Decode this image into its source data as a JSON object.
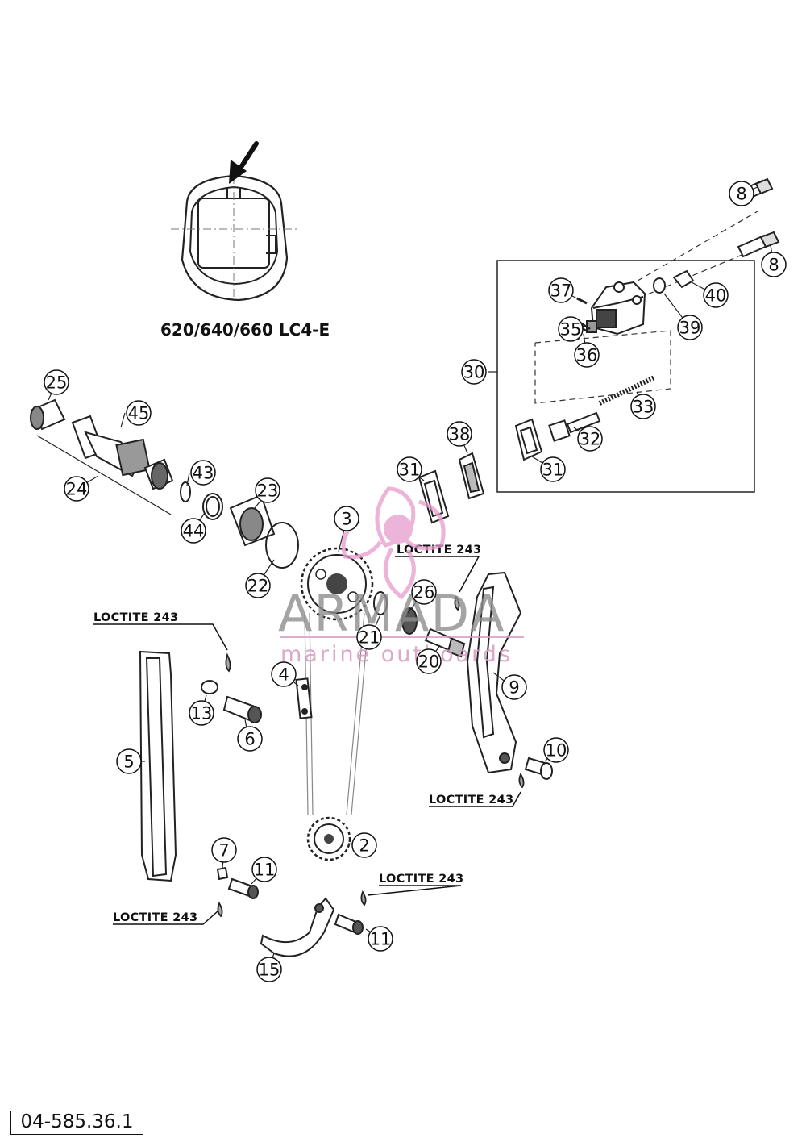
{
  "variant_caption": "620/640/660 LC4-E",
  "reference_number": "04-585.36.1",
  "note_text": "LOCTITE 243",
  "watermark": {
    "title": "ARMADA",
    "subtitle": "marine outboards",
    "brand_color": "#e59ccb"
  },
  "callouts": [
    {
      "id": "c8a",
      "label": "8"
    },
    {
      "id": "c8b",
      "label": "8"
    },
    {
      "id": "c37",
      "label": "37"
    },
    {
      "id": "c40",
      "label": "40"
    },
    {
      "id": "c35",
      "label": "35"
    },
    {
      "id": "c39",
      "label": "39"
    },
    {
      "id": "c36",
      "label": "36"
    },
    {
      "id": "c30",
      "label": "30"
    },
    {
      "id": "c33",
      "label": "33"
    },
    {
      "id": "c32",
      "label": "32"
    },
    {
      "id": "c31a",
      "label": "31"
    },
    {
      "id": "c38",
      "label": "38"
    },
    {
      "id": "c31b",
      "label": "31"
    },
    {
      "id": "c25",
      "label": "25"
    },
    {
      "id": "c45",
      "label": "45"
    },
    {
      "id": "c43",
      "label": "43"
    },
    {
      "id": "c24",
      "label": "24"
    },
    {
      "id": "c23",
      "label": "23"
    },
    {
      "id": "c44",
      "label": "44"
    },
    {
      "id": "c3",
      "label": "3"
    },
    {
      "id": "c22",
      "label": "22"
    },
    {
      "id": "c26",
      "label": "26"
    },
    {
      "id": "c21",
      "label": "21"
    },
    {
      "id": "c20",
      "label": "20"
    },
    {
      "id": "c4",
      "label": "4"
    },
    {
      "id": "c9",
      "label": "9"
    },
    {
      "id": "c13",
      "label": "13"
    },
    {
      "id": "c6",
      "label": "6"
    },
    {
      "id": "c5",
      "label": "5"
    },
    {
      "id": "c10",
      "label": "10"
    },
    {
      "id": "c2",
      "label": "2"
    },
    {
      "id": "c7",
      "label": "7"
    },
    {
      "id": "c11a",
      "label": "11"
    },
    {
      "id": "c11b",
      "label": "11"
    },
    {
      "id": "c15",
      "label": "15"
    }
  ]
}
